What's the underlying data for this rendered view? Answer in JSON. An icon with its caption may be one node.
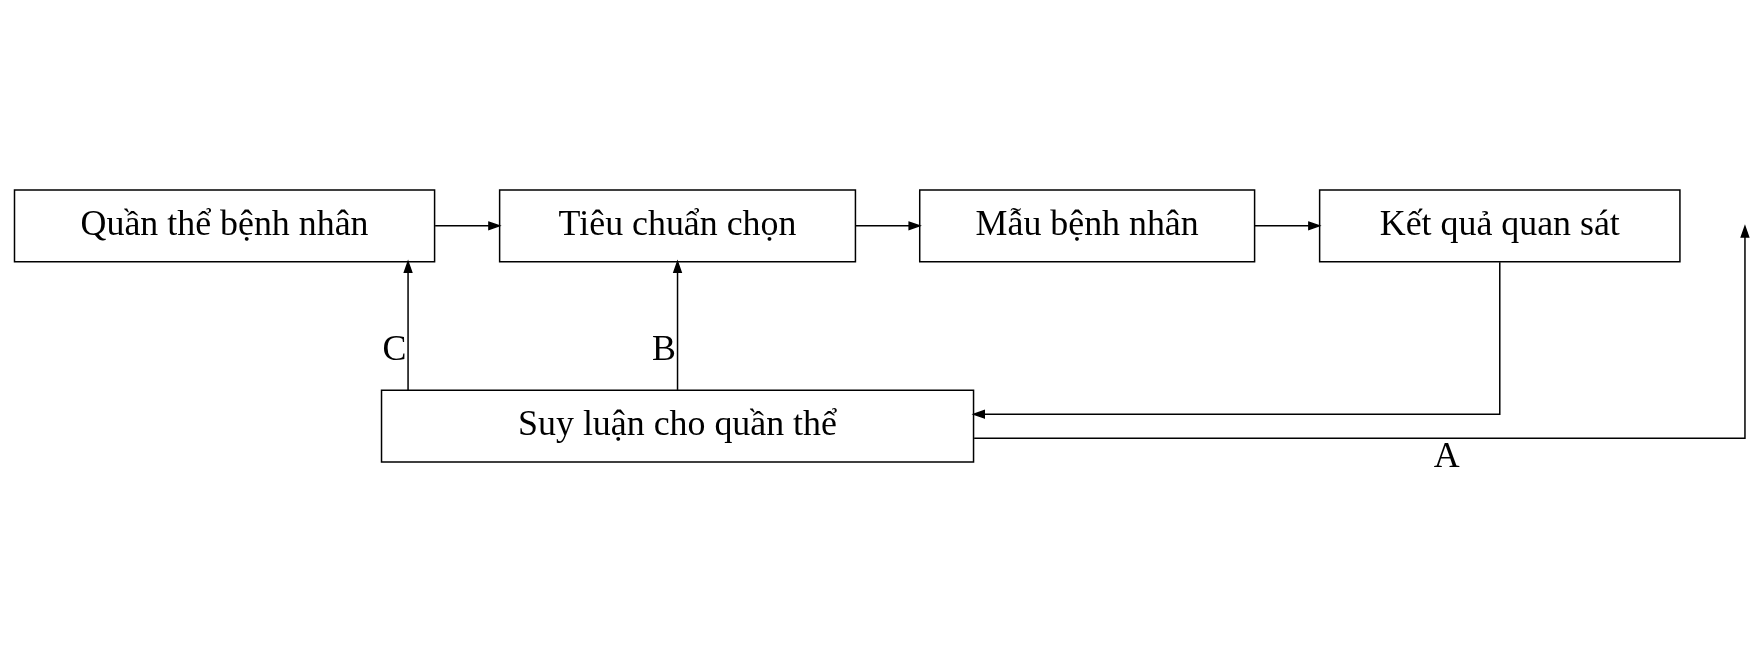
{
  "diagram": {
    "nodes": [
      {
        "text": [
          "Quần thể bệnh nhân"
        ]
      },
      {
        "text": [
          "Tiêu chuẩn chọn"
        ]
      },
      {
        "text": [
          "Mẫu bệnh nhân"
        ]
      },
      {
        "text": [
          "Kết quả quan sát"
        ]
      },
      {
        "text": [
          "Suy luận cho quần thể"
        ]
      }
    ],
    "edges": [
      {
        "from": 0,
        "to": 1,
        "arrow": "to"
      },
      {
        "from": 1,
        "to": 2,
        "arrow": "to"
      },
      {
        "from": 2,
        "to": 3,
        "arrow": "to"
      },
      {
        "from": 3,
        "to": 4,
        "arrow": "to"
      },
      {
        "from": 4,
        "to": 0,
        "arrow": "to",
        "label": "C"
      },
      {
        "from": 4,
        "to": 1,
        "arrow": "to",
        "label": "B"
      },
      {
        "from": 4,
        "to": null,
        "arrow": "to",
        "label": "A"
      }
    ]
  }
}
